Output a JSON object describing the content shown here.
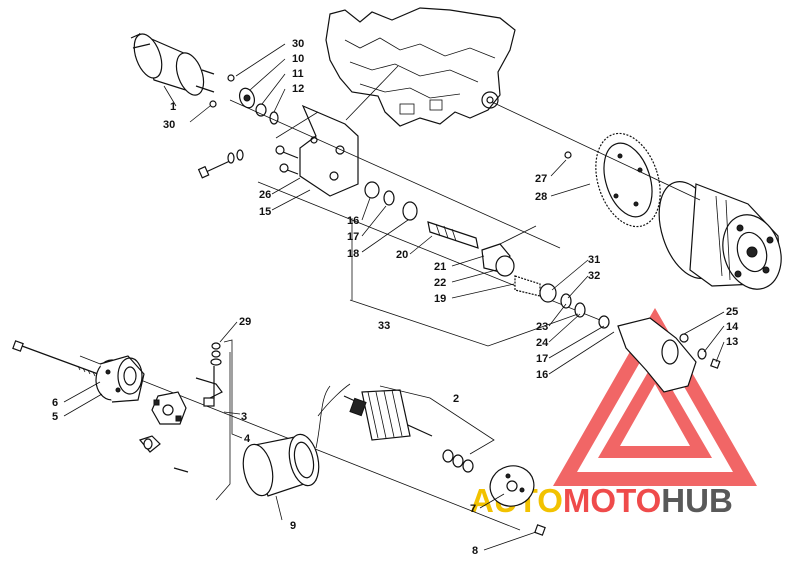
{
  "watermark": {
    "parts": [
      "AUTO",
      "MOTO",
      "HUB"
    ],
    "colors": {
      "auto": "#f2c200",
      "moto": "#ef4b4b",
      "hub": "#595959",
      "triangle": "#ef4b4b"
    }
  },
  "callouts": {
    "c30a": "30",
    "c10": "10",
    "c11": "11",
    "c12": "12",
    "c1": "1",
    "c30b": "30",
    "c27": "27",
    "c28": "28",
    "c26": "26",
    "c15": "15",
    "c16a": "16",
    "c17a": "17",
    "c18": "18",
    "c20": "20",
    "c21": "21",
    "c22": "22",
    "c19": "19",
    "c31": "31",
    "c32": "32",
    "c33": "33",
    "c23": "23",
    "c24": "24",
    "c17b": "17",
    "c16b": "16",
    "c25": "25",
    "c14": "14",
    "c13": "13",
    "c29": "29",
    "c6": "6",
    "c5": "5",
    "c3": "3",
    "c4": "4",
    "c2": "2",
    "c9": "9",
    "c7": "7",
    "c8": "8"
  }
}
